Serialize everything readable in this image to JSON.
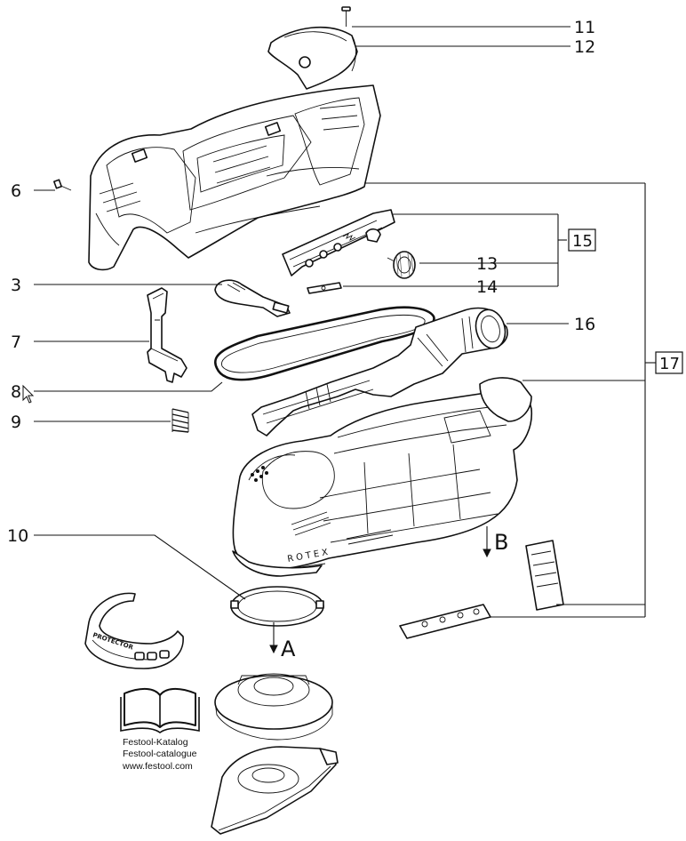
{
  "callouts": {
    "n3": "3",
    "n6": "6",
    "n7": "7",
    "n8": "8",
    "n9": "9",
    "n10": "10",
    "n11": "11",
    "n12": "12",
    "n13": "13",
    "n14": "14",
    "n15": "15",
    "n16": "16",
    "n17": "17"
  },
  "arrows": {
    "a": "A",
    "b": "B"
  },
  "decal_text": {
    "protector": "PROTECTOR",
    "brand": "ROTEX"
  },
  "catalog": {
    "line1": "Festool-Katalog",
    "line2": "Festool-catalogue",
    "line3": "www.festool.com"
  }
}
